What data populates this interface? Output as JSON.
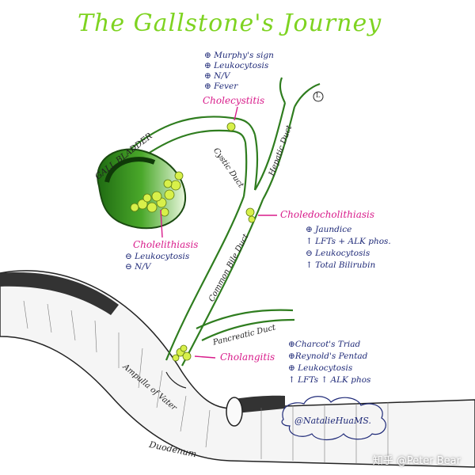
{
  "title": "The Gallstone's Journey",
  "anatomy": {
    "gallbladder": "GALL BLADDER",
    "cystic_duct": "Cystic Duct",
    "hepatic_duct": "Hepatic Duct",
    "common_bile_duct": "Common Bile Duct",
    "pancreatic_duct": "Pancreatic Duct",
    "ampulla": "Ampulla of Vater",
    "duodenum": "Duodenum",
    "liver_mark": "L"
  },
  "cholecystitis": {
    "name": "Cholecystitis",
    "findings": [
      "⊕ Murphy's sign",
      "⊕ Leukocytosis",
      "⊕ N/V",
      "⊕ Fever"
    ]
  },
  "cholelithiasis": {
    "name": "Cholelithiasis",
    "findings": [
      "⊖ Leukocytosis",
      "⊖ N/V"
    ]
  },
  "choledocholithiasis": {
    "name": "Choledocholithiasis",
    "findings": [
      "⊕ Jaundice",
      "↑ LFTs + ALK phos.",
      "⊖ Leukocytosis",
      "↑ Total Bilirubin"
    ]
  },
  "cholangitis": {
    "name": "Cholangitis",
    "findings": [
      "⊕Charcot's Triad",
      "⊕Reynold's Pentad",
      "⊕ Leukocytosis",
      "↑ LFTs  ↑ ALK phos"
    ]
  },
  "signature": "@NatalieHuaMS.",
  "watermark": "知乎 @Peter Bear",
  "colors": {
    "title": "#7ed321",
    "duct": "#2f7d1f",
    "stone": "#d8f04a",
    "highlight": "#d81b8a",
    "notes": "#1f2a78"
  }
}
